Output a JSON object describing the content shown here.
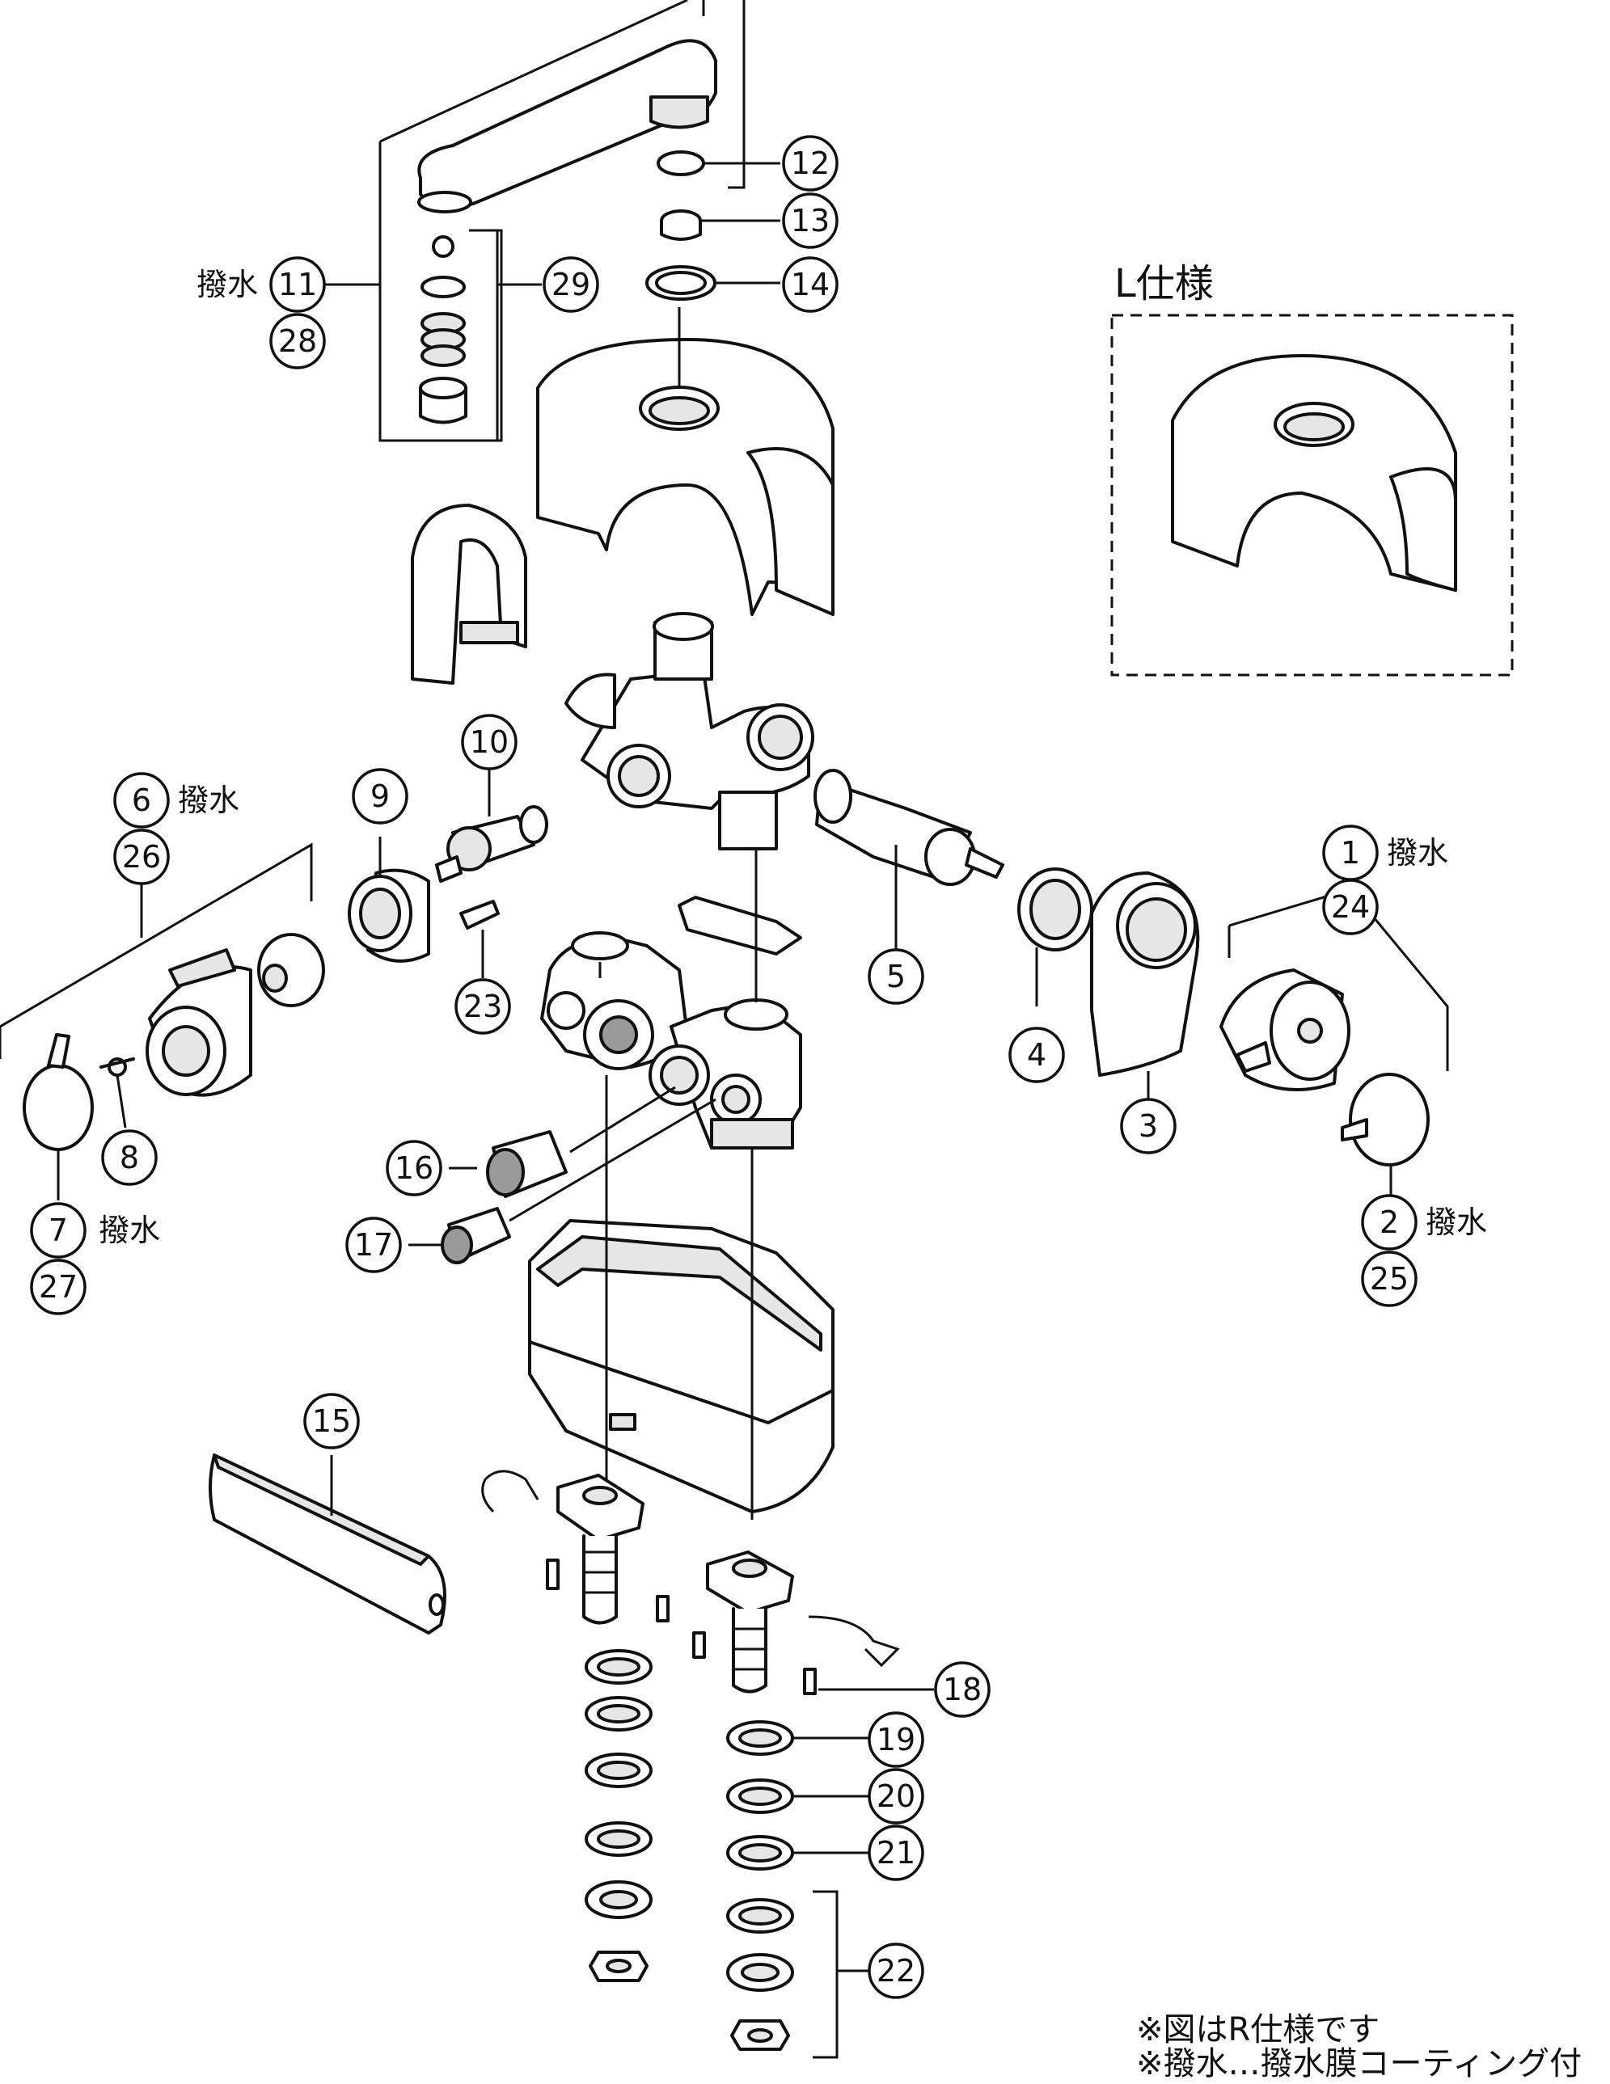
{
  "water_repellent_tag": "撥水",
  "variant_l": {
    "title": "L仕様"
  },
  "notes": [
    "※図はR仕様です",
    "※撥水…撥水膜コーティング付"
  ],
  "callouts": {
    "1": "1",
    "2": "2",
    "3": "3",
    "4": "4",
    "5": "5",
    "6": "6",
    "7": "7",
    "8": "8",
    "9": "9",
    "10": "10",
    "11": "11",
    "12": "12",
    "13": "13",
    "14": "14",
    "15": "15",
    "16": "16",
    "17": "17",
    "18": "18",
    "19": "19",
    "20": "20",
    "21": "21",
    "22": "22",
    "23": "23",
    "24": "24",
    "25": "25",
    "26": "26",
    "27": "27",
    "28": "28",
    "29": "29"
  }
}
